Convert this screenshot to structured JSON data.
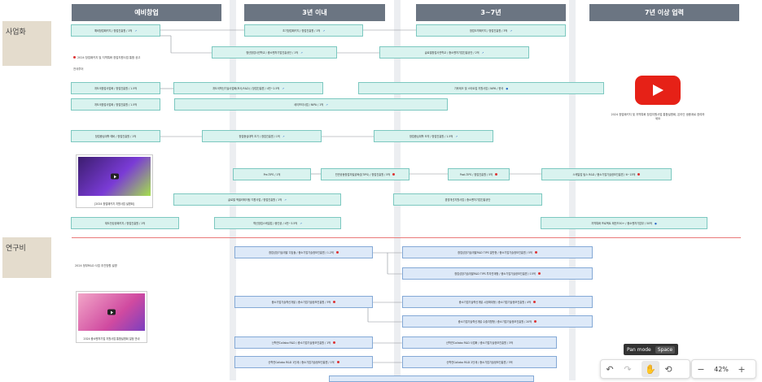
{
  "columns": [
    "예비창업",
    "3년 이내",
    "3~7년",
    "7년 이상 업력"
  ],
  "sections": {
    "commercialization": "사업화",
    "rnd": "연구비"
  },
  "boxes": [
    "예비창업패키지 / 창업진흥원 / 1억",
    "초기창업패키지 / 창업진흥원 / 1억",
    "창업도약패키지 / 창업진흥원 / 3억",
    "청년창업사관학교 / 중소벤처기업진흥공단 / 1억",
    "글로벌창업사관학교 / 중소벤처기업진흥공단 / 2억",
    "개도국혁신기술사업화(조사,R&D) / 창업진흥원 / 4천~2.5억",
    "기후테크 및 스타트업 지원사업 / NIPA / 한국",
    "개도국창업사업화 / 창업진흥원 / 1.5억",
    "개도국창업사업화 / 창업진흥원 / 1.5억",
    "세이프티사업 / NIPA / 1억",
    "창업중심대학 예비 / 창업진흥원 / 1억",
    "창업중심대학 초기 / 창업진흥원 / 1억",
    "창업중심대학 도약 / 창업진흥원 / 1.5억",
    "Pre-TIPS / 1억",
    "민관공동창업자발굴육성(TIPS) / 창업진흥원 / 5억",
    "Post-TIPS / 창업진흥원 / 5억",
    "스케일업 팁스 R&D / 중소기업기술정보진흥원 / 6~15억",
    "글로벌 액셀러레이팅 지원사업 / 창업진흥원 / 1억",
    "경영개선지원사업 / 중소벤처기업진흥공단",
    "재도전성공패키지 / 창업진흥원 / 1억",
    "혁신창업스케일업 / 중진공 / 4천~3.5억",
    "지역특화 프로젝트 레전드50+ / 중소벤처기업부 / 50억",
    "창업성장기술개발 디딤돌 / 중소기업기술정보진흥원 / 1.2억",
    "창업성장기술개발R&D TIPS 일반형 / 중소기업기술정보진흥원 / 5억",
    "창업성장기술개발R&D TIPS 투자연계형 / 중소기업기술정보진흥원 / 15억",
    "중소기업기술혁신개발 / 중소기업기술정보진흥원 / 3억",
    "중소기업기술혁신개발 시장확대형 / 중소기업기술정보진흥원 / 4억",
    "중소기업기술혁신개발 수출지향형 / 중소기업기술정보진흥원 / 20억",
    "산학연Collabo R&D / 중소기업기술정보진흥원 / 1억",
    "산학연Collabo R&D 사업화 / 중소기업기술정보진흥원 / 3억",
    "산학연Collabo R&D 1단계 / 중소기업기술정보진흥원 / 1억",
    "산학연Collabo R&D 2단계 / 중소기업기술정보진흥원 / 3억"
  ],
  "notes": {
    "n1": "2024 창업패키지 및 지역특화 창업지원사업 통합 공고",
    "n2": "전국투어",
    "n3": "2024 정부R&D 사업 추진방향 설명"
  },
  "thumbs": {
    "t1": "[2024 창업패키지 지원사업 설명회]",
    "t2": "2024 중소벤처기업 지원사업 통합설명회 일정 안내",
    "yt": "2024 창업패키지 및 지역특화 창업지원사업 통합설명회, 온라인 생중계로 참여하세요"
  },
  "tooltip": {
    "label": "Pan mode",
    "key": "Space"
  },
  "zoom": "42%",
  "colors": {
    "lane_head": "#6b7582",
    "box_border": "#7cc8c0",
    "box_fill": "#d9f3ef",
    "rnd_border": "#84a9d6",
    "divider": "#e97a7a"
  }
}
